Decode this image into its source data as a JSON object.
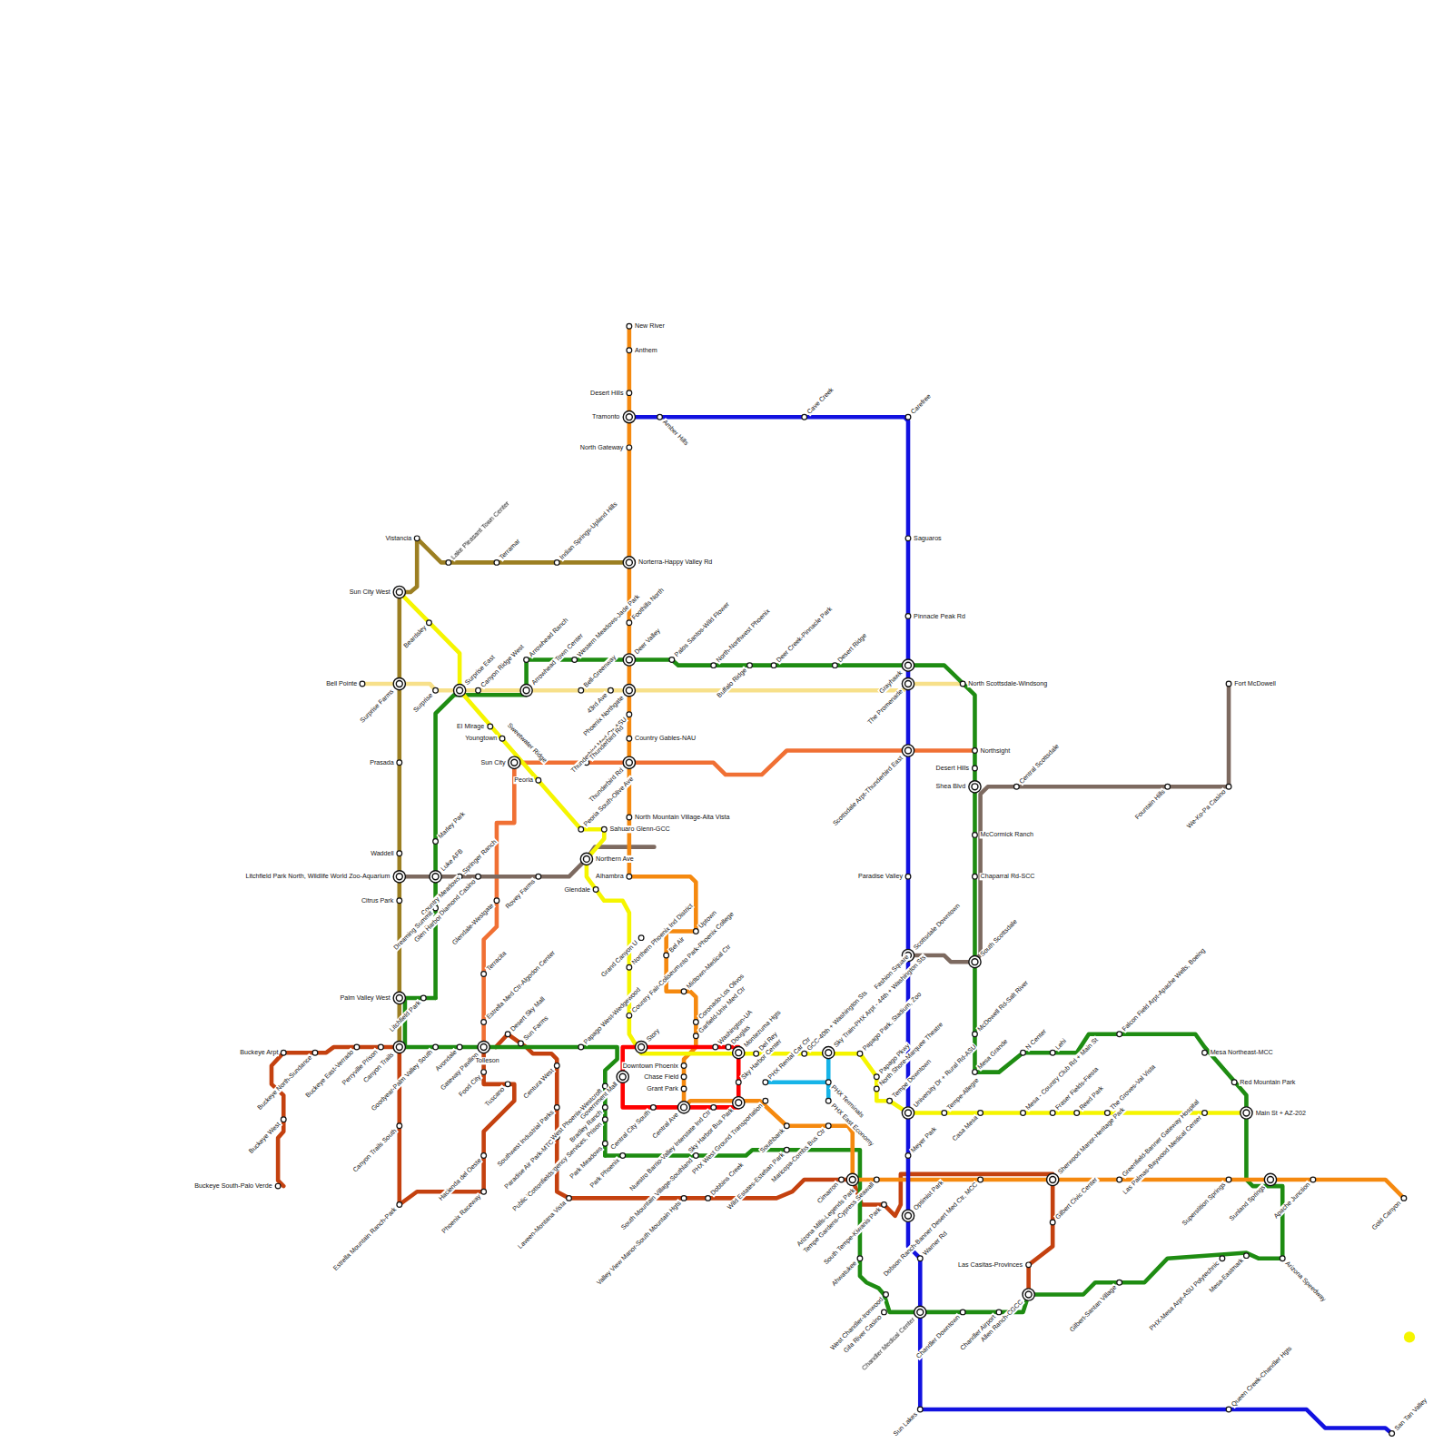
{
  "diagram": {
    "labels": [
      "New River",
      "Anthem",
      "Desert Hills",
      "Tramonto",
      "Amber Hills",
      "Cave Creek",
      "Carefree",
      "North Gateway",
      "Saguaros",
      "Pinnacle Peak Rd",
      "Norterra-Happy Valley Rd",
      "Vistancia",
      "Lake Pleasant Town Center",
      "Terramar",
      "Indian Springs-Upland Hills",
      "Sun City West",
      "Beardsley",
      "Foothills North",
      "Arrowhead Ranch",
      "Western Meadows-Jade Park",
      "Deer Valley",
      "Palos Santos-Wild Flower",
      "North-Northwest Phoenix",
      "Buffalo Ridge",
      "Deer Creek-Pinnacle Park",
      "Desert Ridge",
      "Grayhawk",
      "Bell Pointe",
      "Surprise Farms",
      "Surprise",
      "Surprise East",
      "Canyon Ridge West",
      "Arrowhead Town Center",
      "Bell-Greenway",
      "43rd Ave",
      "Phoenix Northgate",
      "The Promenade",
      "North Scottsdale-Windsong",
      "Fort McDowell",
      "Thunderbird Med Ctr-ASU",
      "El Mirage",
      "Youngtown",
      "Sweetwater Ridge",
      "Country Gables-NAU",
      "Sun City",
      "Thunderbird Rd",
      "Thunderbird Rd",
      "Northsight",
      "Scottsdale Arpt-Thunderbird East",
      "Desert Hills",
      "Central Scottsdale",
      "Shea Blvd",
      "Fountain Hills",
      "We-Ko-Pa Casino",
      "Peoria",
      "Prasada",
      "North Mountain Village-Alta Vista",
      "Peoria South-Olive Ave",
      "Sahuaro Glenn-GCC",
      "McCormick Ranch",
      "Marley Park",
      "Waddell",
      "Northern Ave",
      "Luke AFB",
      "Springer Ranch",
      "Litchfield Park North, Wildlife World Zoo-Aquarium",
      "Alhambra",
      "Chaparral Rd-SCC",
      "Paradise Valley",
      "Desert Diamond Casino",
      "Glendale-Westgate",
      "Rovey Farms",
      "Glendale",
      "Citrus Park",
      "Country Meadows",
      "Dreaming Summit",
      "Glen Harbor",
      "Uptown",
      "Grand Canyon U",
      "Northern Phoenix Ind District",
      "Bel Air",
      "Scottsdale Downtown",
      "Fashion Square",
      "South Scottsdale",
      "Terracita",
      "Encanto Park-Phoenix College",
      "Midtown-Medical Ctr",
      "Coronado-Los Olivos",
      "Country Fair-Coliseum",
      "Palm Valley West",
      "Litchfield Park",
      "Estrella Med Ctr-Algodon Center",
      "McDowell Rd-Salt River",
      "Desert Sky Mall",
      "Sun Farms",
      "Papago West-Wedgewood",
      "Story",
      "Garfield-Univ Med Ctr",
      "Washington-UA",
      "Douglas",
      "Montezuma Hgts",
      "Del Rey",
      "GCC-40th + Washington Sts",
      "Sky Train-PHX Arpt - 44th + Washington Sts",
      "Papago Park, Stadium, Zoo",
      "Papago Pkwy",
      "North Shore-Marquee Theatre",
      "Tempe Downtown",
      "University Dr + Rural Rd-ASU",
      "Tempe-Allegre",
      "Casa Mesa",
      "Mesa - Country Club Rd + Main St",
      "Fraser Fields-Fiesta",
      "Reed Park",
      "The Groves-Val Vista",
      "Las Palmas-Baywood Medical Center",
      "Main St + AZ-202",
      "Greenfield-Banner Gateway Hospital",
      "Downtown Phoenix",
      "Chase Field",
      "Grant Park",
      "Central Ave",
      "Central City South",
      "Nuestro Barrio-Valley Interstate Ind Ctr",
      "Sky Harbor Bus Park",
      "Sky Harbor Center",
      "PHX Rental Car Ctr",
      "PHX West Ground Transportation",
      "PHX Terminals",
      "PHX East Economy",
      "Southbank",
      "Maricopa-Combs Bus Ctr",
      "Wild Estates-Esteban Park",
      "South Mountain Village-Southland",
      "Dobbins Creek",
      "Valley View Manor-South Mountain Hgts",
      "Park Phoenix",
      "Park Meadows",
      "Public Works, Emergency Services, Prison",
      "Bradley Ranch",
      "Government Mall",
      "Centura West",
      "West Phoenix-Westcroft",
      "Southwest Industrial Parks",
      "Paradise Air Park-MTC",
      "Cottonfields",
      "Laveen-Montana Vista",
      "Hacienda del Oeste",
      "Phoenix Raceway",
      "Estrella Mountain Ranch-Park",
      "Canyon Trails South",
      "Canyon Trails",
      "Goodyear-Palm Valley South",
      "Avondale",
      "Gateway Pavilion",
      "Tolleson",
      "Food City",
      "Tuscano",
      "Perryville Prison",
      "Buckeye East-Verrado",
      "Buckeye North-Sundance",
      "Buckeye Arpt",
      "Buckeye West",
      "Buckeye South-Palo Verde",
      "Cimarron",
      "Arizona Mills-Legends Park",
      "Tempe Gardens-Cypress Seawall",
      "Dobson Ranch-Banner Desert Med Ctr, MCC",
      "South Tempe-Kiwanis Park",
      "Ahwatukee",
      "Optimist Park",
      "Meyer Park",
      "Warner Rd",
      "West Chandler-Ironwood",
      "Gila River Casino",
      "Chandler Medical Center",
      "Chandler Downtown",
      "Chandler Airport",
      "Allen Ranch-CGCC",
      "Las Casitas-Provinces",
      "Gilbert-Santan Village",
      "Gilbert Civic Center",
      "Sherwood Manor-Heritage Park",
      "Superstition Springs",
      "Sunland Springs",
      "Apache Junction",
      "Gold Canyon",
      "Mesa-Eastmark",
      "PHX-Mesa Arpt-ASU Polytechnic",
      "Arizona Speedway",
      "Mesa Northeast-MCC",
      "Red Mountain Park",
      "Falcon Field Arpt-Apache Wells, Boeing",
      "Lehi",
      "N Center",
      "Mesa Grande",
      "Sun Lakes",
      "Queen Creek-Chandler Hgts",
      "San Tan Valley"
    ]
  }
}
